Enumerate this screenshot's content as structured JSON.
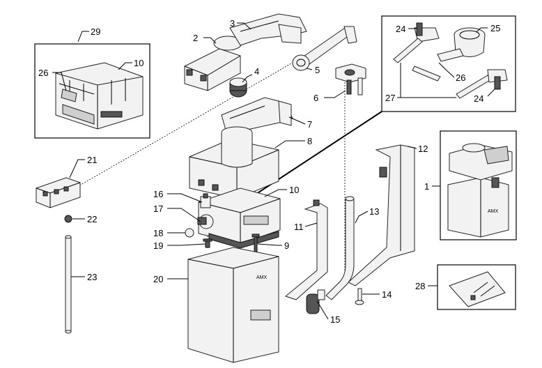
{
  "labels": {
    "l1": "1",
    "l2": "2",
    "l3": "3",
    "l4": "4",
    "l5": "5",
    "l6": "6",
    "l7": "7",
    "l8": "8",
    "l9": "9",
    "l10a": "10",
    "l10b": "10",
    "l11": "11",
    "l12": "12",
    "l13": "13",
    "l14": "14",
    "l15": "15",
    "l16": "16",
    "l17": "17",
    "l18": "18",
    "l19": "19",
    "l20": "20",
    "l21": "21",
    "l22": "22",
    "l23": "23",
    "l24a": "24",
    "l24b": "24",
    "l25": "25",
    "l26a": "26",
    "l26b": "26",
    "l27": "27",
    "l28": "28",
    "l29": "29"
  },
  "brand_mark": "AMX"
}
